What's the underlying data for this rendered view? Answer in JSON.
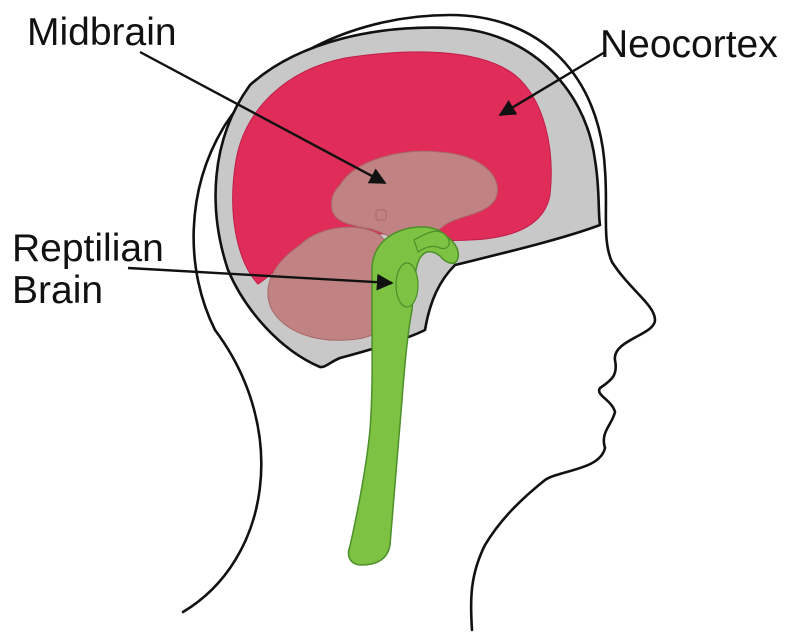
{
  "labels": {
    "midbrain": "Midbrain",
    "neocortex": "Neocortex",
    "reptilian_line1": "Reptilian",
    "reptilian_line2": "Brain"
  },
  "colors": {
    "outline": "#111111",
    "skull": "#c8c8c8",
    "neocortex": "#e02c59",
    "midbrain": "#c08282",
    "reptilian": "#7dc242",
    "reptilian_edge": "#4d8f2a",
    "background": "#ffffff"
  }
}
